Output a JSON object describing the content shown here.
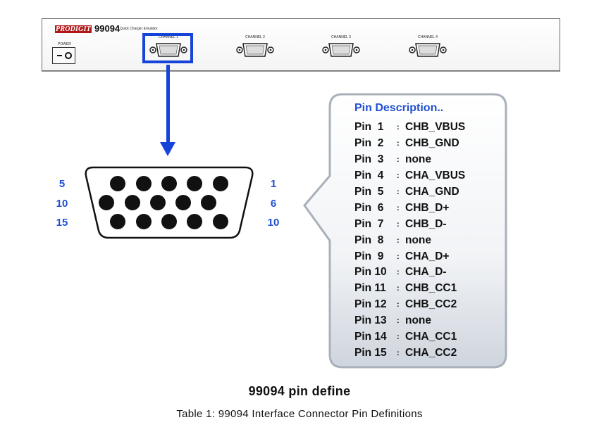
{
  "panel": {
    "brand": "PRODIGIT",
    "model": "99094",
    "subtitle": "Quick Charger Emulator",
    "power_label": "POWER",
    "channels": [
      "CHANNEL 1",
      "CHANNEL 2",
      "CHANNEL 3",
      "CHANNEL 4"
    ]
  },
  "connector": {
    "left_labels": [
      "5",
      "10",
      "15"
    ],
    "right_labels": [
      "1",
      "6",
      "10"
    ]
  },
  "pin_description": {
    "title": "Pin Description..",
    "rows": [
      {
        "label": "Pin  1",
        "value": "CHB_VBUS"
      },
      {
        "label": "Pin  2",
        "value": "CHB_GND"
      },
      {
        "label": "Pin  3",
        "value": "none"
      },
      {
        "label": "Pin  4",
        "value": "CHA_VBUS"
      },
      {
        "label": "Pin  5",
        "value": "CHA_GND"
      },
      {
        "label": "Pin  6",
        "value": "CHB_D+"
      },
      {
        "label": "Pin  7",
        "value": "CHB_D-"
      },
      {
        "label": "Pin  8",
        "value": "none"
      },
      {
        "label": "Pin  9",
        "value": "CHA_D+"
      },
      {
        "label": "Pin 10",
        "value": "CHA_D-"
      },
      {
        "label": "Pin 11",
        "value": "CHB_CC1"
      },
      {
        "label": "Pin 12",
        "value": "CHB_CC2"
      },
      {
        "label": "Pin 13",
        "value": "none"
      },
      {
        "label": "Pin 14",
        "value": "CHA_CC1"
      },
      {
        "label": "Pin 15",
        "value": "CHA_CC2"
      }
    ]
  },
  "figure": {
    "title": "99094 pin define",
    "caption": "Table 1: 99094 Interface Connector Pin Definitions"
  },
  "colors": {
    "accent_blue": "#1744d8",
    "brand_red": "#b01818"
  }
}
